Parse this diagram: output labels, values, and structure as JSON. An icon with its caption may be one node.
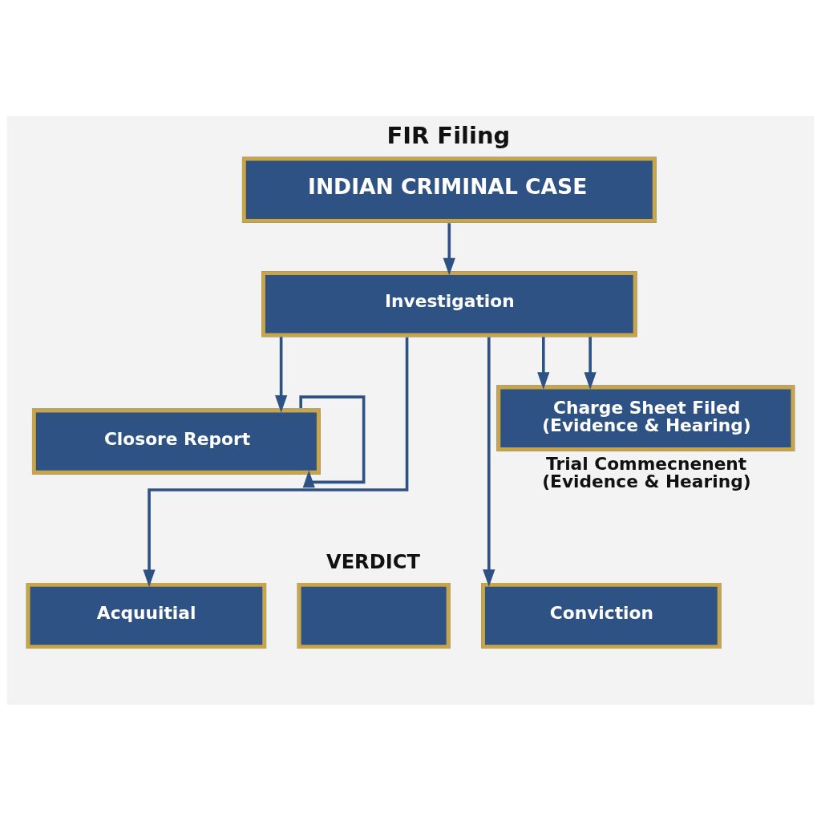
{
  "diagram": {
    "nodes": [
      {
        "text": [
          "FIR Filing",
          "INDIAN CRIMINAL CASE"
        ]
      },
      {
        "text": [
          "Investigation"
        ]
      },
      {
        "text": [
          "Closore Report"
        ]
      },
      {
        "text": [
          "Charge Sheet Filed (Evidence & Hearing)"
        ],
        "beside": [
          "Trial Commecnenent (Evidence & Hearing)"
        ]
      },
      {
        "text": [
          "Acquuitial"
        ]
      },
      {
        "text": [
          "VERDICT"
        ]
      },
      {
        "text": [
          "Conviction"
        ]
      }
    ],
    "edges": [
      {
        "from": 0,
        "to": 1,
        "arrow": "to"
      },
      {
        "from": 1,
        "to": 2,
        "arrow": "to"
      },
      {
        "from": 2,
        "to": 2,
        "arrow": "to"
      },
      {
        "from": 1,
        "to": 4,
        "arrow": "to"
      },
      {
        "from": 1,
        "to": 6,
        "arrow": "to"
      },
      {
        "from": 1,
        "to": 3,
        "arrow": "to"
      },
      {
        "from": 1,
        "to": 3,
        "arrow": "to"
      }
    ]
  }
}
